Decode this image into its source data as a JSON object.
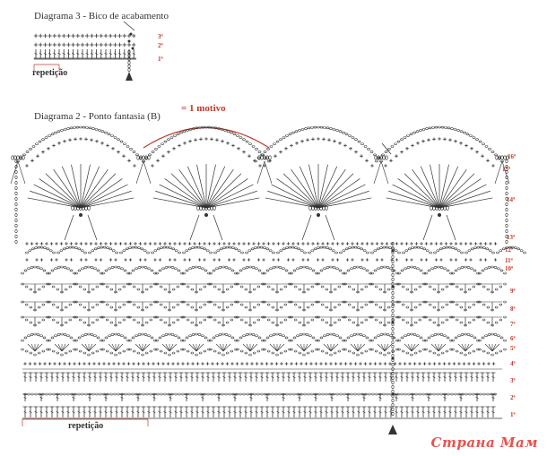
{
  "diagram3": {
    "title": "Diagrama 3 - Bico de acabamento",
    "repeat_label": "repetição",
    "rows": [
      "3ª",
      "2ª",
      "1ª"
    ]
  },
  "diagram2": {
    "title": "Diagrama 2 - Ponto fantasia (B)",
    "motif_label": "= 1 motivo",
    "repeat_label": "repetição",
    "rows": [
      "16ª",
      "15ª",
      "14ª",
      "13ª",
      "12ª",
      "11ª",
      "10ª",
      "9ª",
      "8ª",
      "7ª",
      "6ª",
      "5ª",
      "4ª",
      "3ª",
      "2ª",
      "1ª"
    ]
  },
  "watermark": "Страна Мам",
  "colors": {
    "ink": "#333333",
    "accent": "#c0392b",
    "watermark": "#e9524e"
  }
}
